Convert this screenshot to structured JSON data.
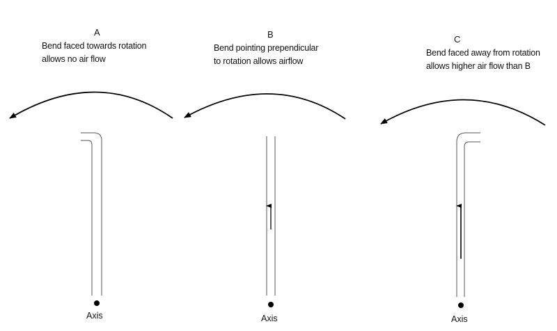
{
  "panels": [
    {
      "letter": "A",
      "line1": "Bend faced towards rotation",
      "line2": "allows no air flow",
      "axis": "Axis"
    },
    {
      "letter": "B",
      "line1": "Bend pointing prependicular",
      "line2": "to rotation allows airflow",
      "axis": "Axis"
    },
    {
      "letter": "C",
      "line1": "Bend faced away from rotation",
      "line2": "allows higher air flow than B",
      "axis": "Axis"
    }
  ]
}
